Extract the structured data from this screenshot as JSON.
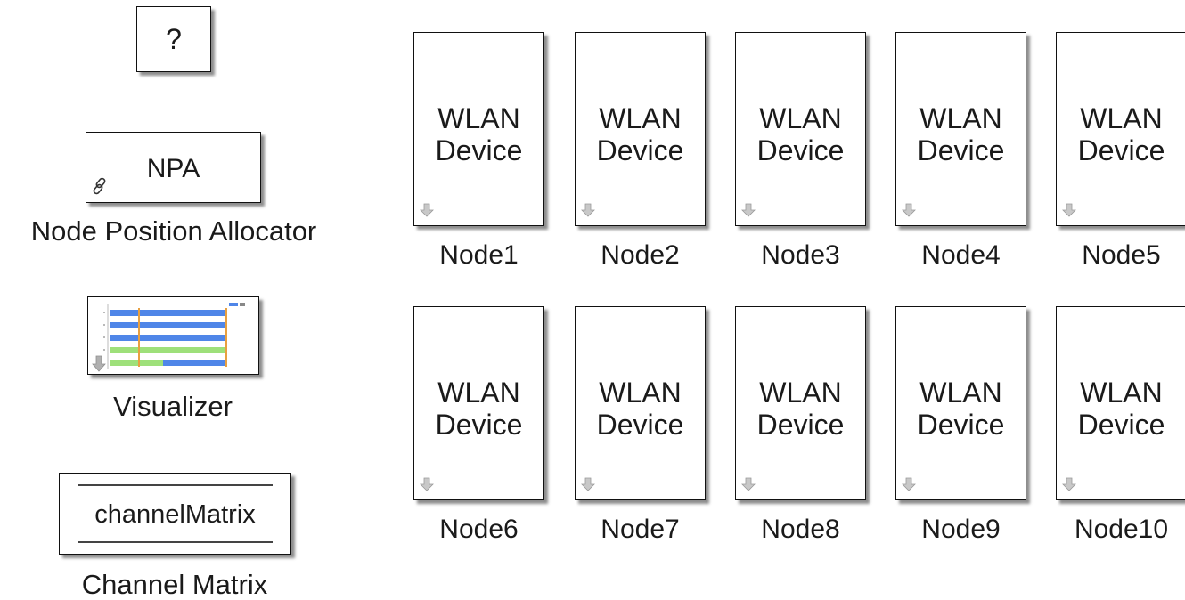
{
  "unknown_block": {
    "text": "?"
  },
  "npa_block": {
    "text": "NPA",
    "label": "Node Position Allocator",
    "icon": "link-icon"
  },
  "visualizer": {
    "label": "Visualizer",
    "icon": "timeline-chart-icon"
  },
  "channel_matrix": {
    "text": "channelMatrix",
    "label": "Channel Matrix"
  },
  "nodes": [
    {
      "block": "WLAN Device",
      "label": "Node1"
    },
    {
      "block": "WLAN Device",
      "label": "Node2"
    },
    {
      "block": "WLAN Device",
      "label": "Node3"
    },
    {
      "block": "WLAN Device",
      "label": "Node4"
    },
    {
      "block": "WLAN Device",
      "label": "Node5"
    },
    {
      "block": "WLAN Device",
      "label": "Node6"
    },
    {
      "block": "WLAN Device",
      "label": "Node7"
    },
    {
      "block": "WLAN Device",
      "label": "Node8"
    },
    {
      "block": "WLAN Device",
      "label": "Node9"
    },
    {
      "block": "WLAN Device",
      "label": "Node10"
    }
  ],
  "colors": {
    "bar_blue": "#4f86e8",
    "bar_green": "#9ee07a",
    "bar_orange": "#e8a040",
    "arrow_gray": "#a8a8a8"
  }
}
